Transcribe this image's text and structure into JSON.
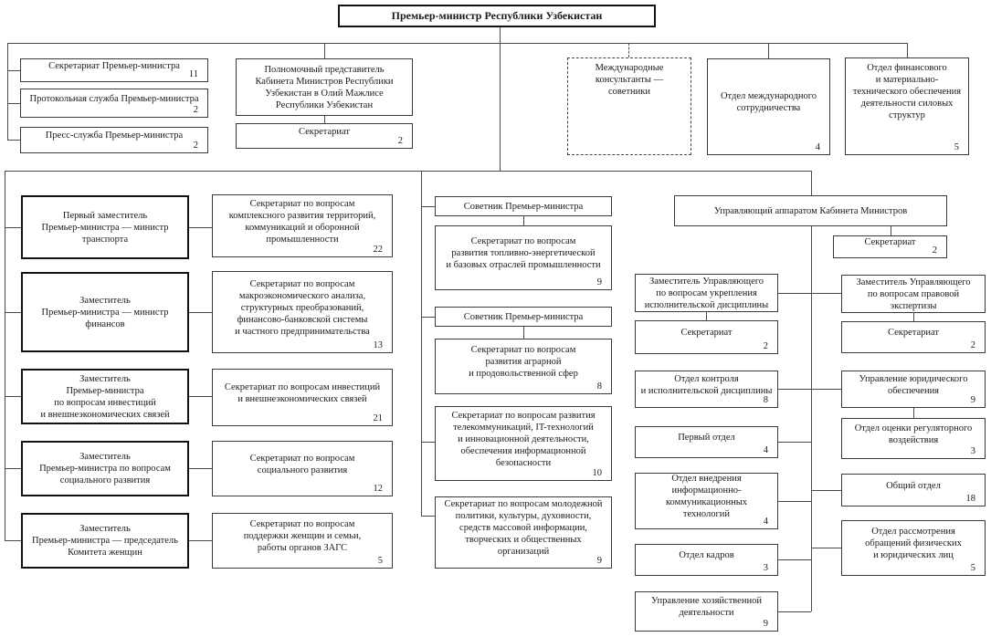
{
  "chart_title": "Премьер-министр Республики Узбекистан",
  "boxes": {
    "pm": {
      "text": "Премьер-министр Республики Узбекистан"
    },
    "a1": {
      "text": "Секретариат Премьер-министра",
      "count": "11"
    },
    "a2": {
      "text": "Протокольная служба Премьер-министра",
      "count": "2"
    },
    "a3": {
      "text": "Пресс-служба Премьер-министра",
      "count": "2"
    },
    "b1": {
      "text": "Полномочный представитель\nКабинета Министров Республики\nУзбекистан в Олий Мажлисе\nРеспублики Узбекистан"
    },
    "b2": {
      "text": "Секретариат",
      "count": "2"
    },
    "c1": {
      "text": "Международные\nконсультанты —\nсоветники"
    },
    "c2": {
      "text": "Отдел международного\nсотрудничества",
      "count": "4"
    },
    "c3": {
      "text": "Отдел финансового\nи материально-\nтехнического обеспечения\nдеятельности силовых\nструктур",
      "count": "5"
    },
    "d1": {
      "text": "Первый заместитель\nПремьер-министра — министр\nтранспорта"
    },
    "s1": {
      "text": "Секретариат по вопросам\nкомплексного развития территорий,\nкоммуникаций и оборонной\nпромышленности",
      "count": "22"
    },
    "d2": {
      "text": "Заместитель\nПремьер-министра — министр\nфинансов"
    },
    "s2": {
      "text": "Секретариат по вопросам\nмакроэкономического анализа,\nструктурных преобразований,\nфинансово-банковской системы\nи частного предпринимательства",
      "count": "13"
    },
    "d3": {
      "text": "Заместитель\nПремьер-министра\nпо вопросам инвестиций\nи внешнеэкономических связей"
    },
    "s3": {
      "text": "Секретариат по вопросам инвестиций\nи внешнеэкономических связей",
      "count": "21"
    },
    "d4": {
      "text": "Заместитель\nПремьер-министра по вопросам\nсоциального развития"
    },
    "s4": {
      "text": "Секретариат по вопросам\nсоциального развития",
      "count": "12"
    },
    "d5": {
      "text": "Заместитель\nПремьер-министра — председатель\nКомитета женщин"
    },
    "s5": {
      "text": "Секретариат по вопросам\nподдержки женщин и семьи,\nработы органов ЗАГС",
      "count": "5"
    },
    "m1": {
      "text": "Советник Премьер-министра"
    },
    "ms1": {
      "text": "Секретариат по вопросам\nразвития топливно-энергетической\nи базовых отраслей промышленности",
      "count": "9"
    },
    "m2": {
      "text": "Советник Премьер-министра"
    },
    "ms2": {
      "text": "Секретариат по вопросам\nразвития аграрной\nи продовольственной сфер",
      "count": "8"
    },
    "ms3": {
      "text": "Секретариат по вопросам развития\nтелекоммуникаций, IT-технологий\nи инновационной деятельности,\nобеспечения информационной\nбезопасности",
      "count": "10"
    },
    "ms4": {
      "text": "Секретариат по вопросам молодежной\nполитики, культуры, духовности,\nсредств массовой информации,\nтворческих и общественных\nорганизаций",
      "count": "9"
    },
    "u": {
      "text": "Управляющий аппаратом Кабинета Министров"
    },
    "us": {
      "text": "Секретариат",
      "count": "2"
    },
    "rl1": {
      "text": "Заместитель Управляющего\nпо вопросам укрепления\nисполнительской дисциплины"
    },
    "rl1s": {
      "text": "Секретариат",
      "count": "2"
    },
    "rl2": {
      "text": "Отдел контроля\nи исполнительской дисциплины",
      "count": "8"
    },
    "rl3": {
      "text": "Первый отдел",
      "count": "4"
    },
    "rl4": {
      "text": "Отдел внедрения\nинформационно-\nкоммуникационных\nтехнологий",
      "count": "4"
    },
    "rl5": {
      "text": "Отдел кадров",
      "count": "3"
    },
    "rl6": {
      "text": "Управление хозяйственной\nдеятельности",
      "count": "9"
    },
    "rr1": {
      "text": "Заместитель Управляющего\nпо вопросам правовой\nэкспертизы"
    },
    "rr1s": {
      "text": "Секретариат",
      "count": "2"
    },
    "rr2": {
      "text": "Управление юридического\nобеспечения",
      "count": "9"
    },
    "rr3": {
      "text": "Отдел оценки регуляторного\nвоздействия",
      "count": "3"
    },
    "rr4": {
      "text": "Общий отдел",
      "count": "18"
    },
    "rr5": {
      "text": "Отдел рассмотрения\nобращений физических\nи юридических лиц",
      "count": "5"
    }
  },
  "colors": {
    "line": "#4a4a4a",
    "border": "#3a3a3a",
    "bold_border": "#111111",
    "text": "#1a1a1a"
  }
}
